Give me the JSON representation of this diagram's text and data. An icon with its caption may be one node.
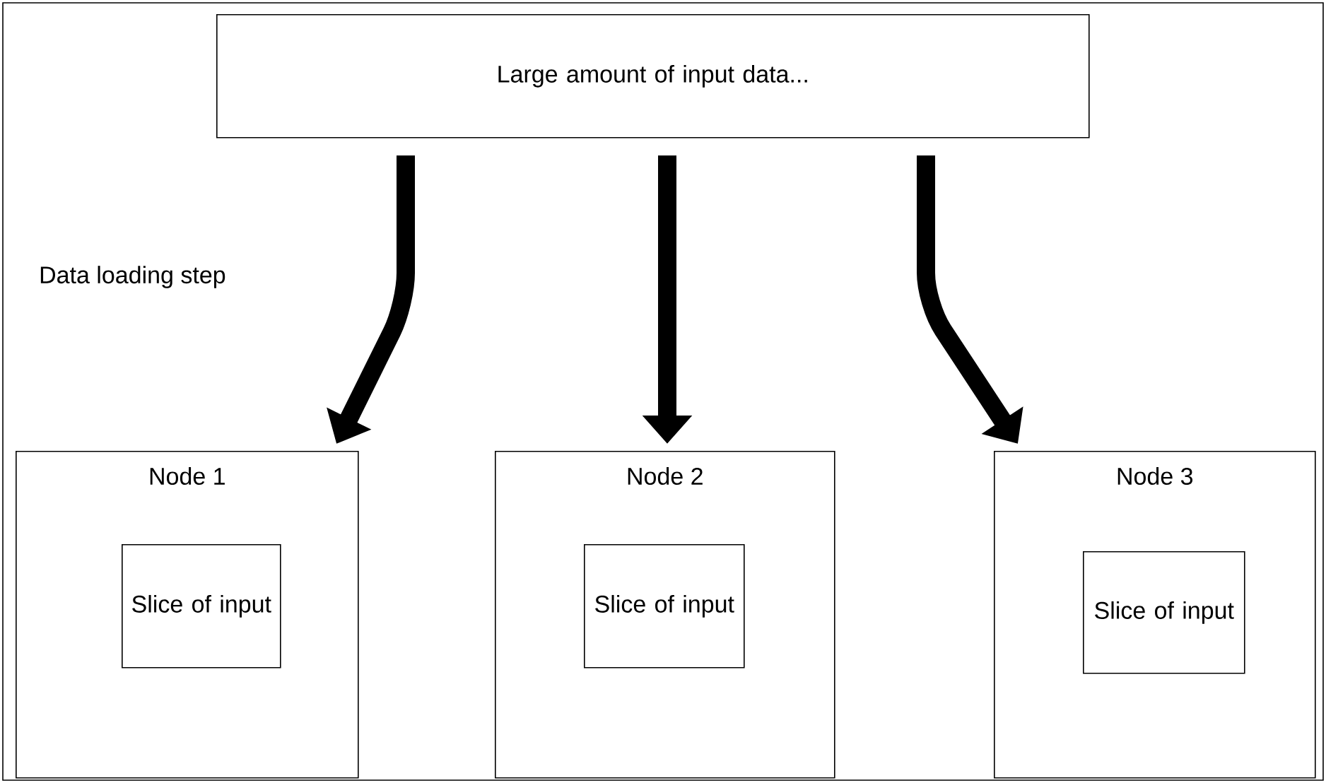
{
  "diagram": {
    "nodes": [
      {
        "text": [
          "Large amount of input data..."
        ]
      },
      {
        "text": [
          "Node 1"
        ]
      },
      {
        "text": [
          "Slice of input"
        ],
        "in": 1
      },
      {
        "text": [
          "Node 2"
        ]
      },
      {
        "text": [
          "Slice of input"
        ],
        "in": 3
      },
      {
        "text": [
          "Node 3"
        ]
      },
      {
        "text": [
          "Slice of input"
        ],
        "in": 5
      }
    ],
    "edges": [
      {
        "from": 0,
        "to": 1,
        "arrow": "to"
      },
      {
        "from": 0,
        "to": 3,
        "arrow": "to"
      },
      {
        "from": 0,
        "to": 5,
        "arrow": "to"
      }
    ],
    "labels": [
      "Data loading step"
    ]
  }
}
